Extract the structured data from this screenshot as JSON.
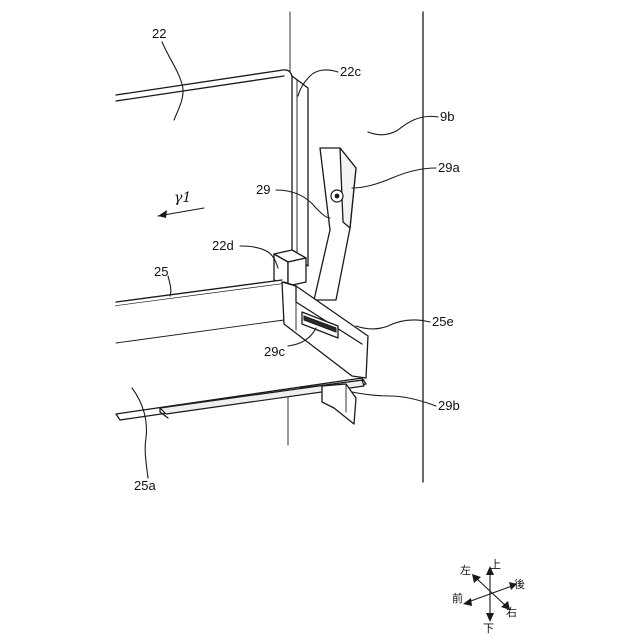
{
  "labels": {
    "l22": "22",
    "l22c": "22c",
    "l9b": "9b",
    "l29a": "29a",
    "l29": "29",
    "gamma1": "γ1",
    "l22d": "22d",
    "l25": "25",
    "l25e": "25e",
    "l29c": "29c",
    "l29b": "29b",
    "l25a": "25a"
  },
  "compass": {
    "up": "上",
    "down": "下",
    "left": "左",
    "right": "右",
    "front": "前",
    "back": "後"
  }
}
